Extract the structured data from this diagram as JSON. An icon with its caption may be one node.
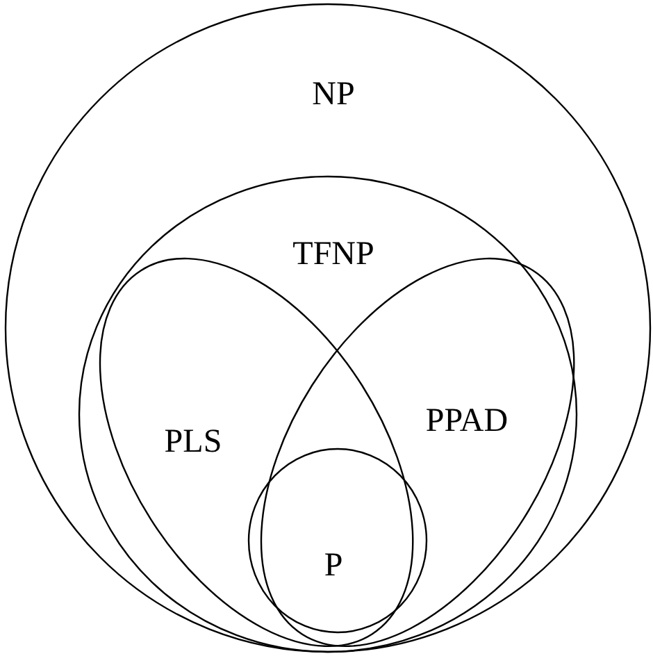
{
  "diagram": {
    "nodes": [
      {
        "text": [
          "NP"
        ]
      },
      {
        "text": [
          "TFNP"
        ],
        "in": 0
      },
      {
        "text": [
          "PLS"
        ],
        "in": 1
      },
      {
        "text": [
          "PPAD"
        ],
        "in": 1
      },
      {
        "text": [
          "P"
        ],
        "in": 1
      }
    ]
  }
}
